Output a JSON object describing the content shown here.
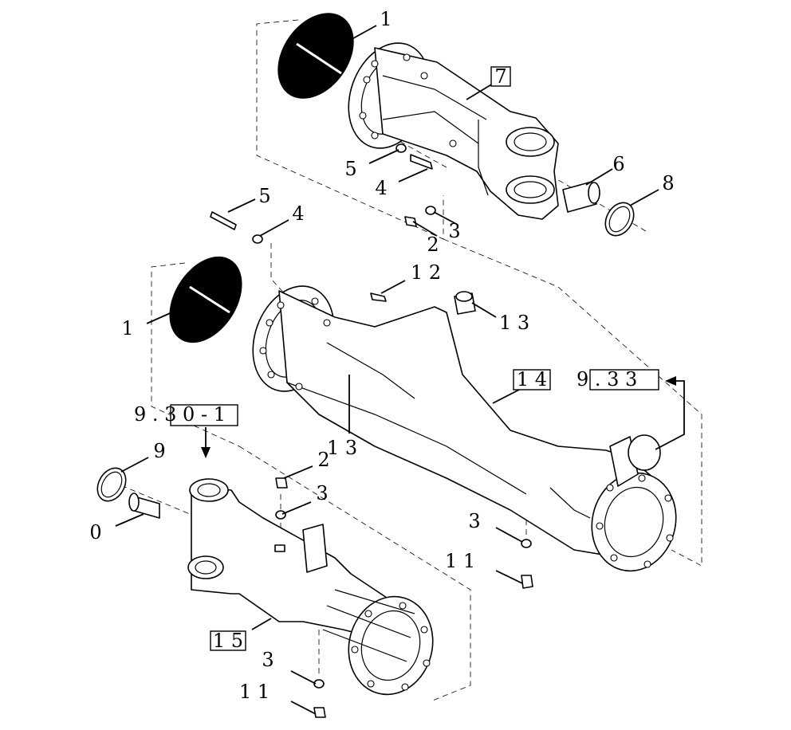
{
  "callouts": {
    "c1_top": "1",
    "c5_top": "5",
    "c4_top": "4",
    "c2_top": "2",
    "c3_top": "3",
    "c6": "6",
    "c8": "8",
    "c5_mid": "5",
    "c4_mid": "4",
    "c12": "1 2",
    "c13_top": "1 3",
    "c1_mid": "1",
    "c13_mid": "1 3",
    "c2_low": "2",
    "c3_low": "3",
    "c9": "9",
    "c10": "0",
    "c3_right": "3",
    "c11_right": "1 1",
    "c3_bottom": "3",
    "c11_bottom": "1 1"
  },
  "boxed": {
    "b7": "7",
    "b14": "1 4",
    "b933": "9 . 3 3",
    "b9301": "9 . 3 0 - 1",
    "b15": "1 5"
  }
}
